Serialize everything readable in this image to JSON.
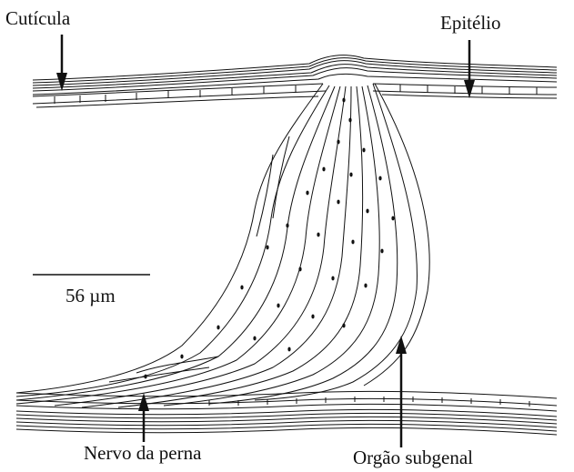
{
  "labels": {
    "cuticula": "Cutícula",
    "epitelio": "Epitélio",
    "scale": "56 µm",
    "nervo": "Nervo da perna",
    "orgao": "Orgão subgenal"
  },
  "colors": {
    "ink": "#111111",
    "background": "#ffffff"
  }
}
